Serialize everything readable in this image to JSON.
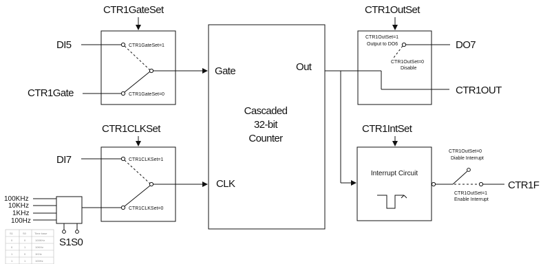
{
  "gate_set": {
    "title": "CTR1GateSet",
    "input_top": "DI5",
    "input_bottom": "CTR1Gate",
    "pos_top": "CTR1GateSet=1",
    "pos_bottom": "CTR1GateSet=0"
  },
  "clk_set": {
    "title": "CTR1CLKSet",
    "input_top": "DI7",
    "pos_top": "CTR1CLKSet=1",
    "pos_bottom": "CTR1CLKSet=0"
  },
  "counter": {
    "line1": "Cascaded",
    "line2": "32-bit",
    "line3": "Counter",
    "gate_port": "Gate",
    "clk_port": "CLK",
    "out_port": "Out"
  },
  "out_set": {
    "title": "CTR1OutSet",
    "pos_top_1": "CTR1OutSet=1",
    "pos_top_2": "Output to DO6",
    "pos_bottom_1": "CTR1OutSet=0",
    "pos_bottom_2": "Disable",
    "output_top": "DO7",
    "output_bottom": "CTR1OUT"
  },
  "int_set": {
    "title": "CTR1IntSet",
    "box_label": "Interrupt Circuit",
    "sw_top_1": "CTR1OutSet=0",
    "sw_top_2": "Diable Interrupt",
    "sw_bottom_1": "CTR1OutSet=1",
    "sw_bottom_2": "Enable Interrupt",
    "output": "CTR1F"
  },
  "freq": {
    "inputs": [
      "100KHz",
      "10KHz",
      "1KHz",
      "100Hz"
    ],
    "select_label": "S1S0"
  },
  "freq_table": {
    "header": [
      "S1",
      "S0",
      "Time base"
    ],
    "rows": [
      [
        "0",
        "0",
        "100KHz"
      ],
      [
        "0",
        "1",
        "10KHz"
      ],
      [
        "1",
        "0",
        "1KHz"
      ],
      [
        "1",
        "1",
        "100Hz"
      ]
    ]
  }
}
